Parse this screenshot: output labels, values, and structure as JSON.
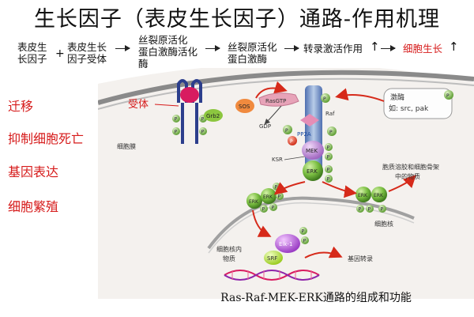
{
  "title": "生长因子（表皮生长因子）通路-作用机理",
  "flow": {
    "step1": "表皮生\n长因子",
    "plus": "+",
    "step2": "表皮生长\n因子受体",
    "step3": "丝裂原活化\n蛋白激酶活化\n酶",
    "step4": "丝裂原活化\n蛋白激酶",
    "step5": "转录激活作用",
    "step6": "细胞生长",
    "up_arrow": "↑"
  },
  "effects": [
    "迁移",
    "抑制细胞死亡",
    "基因表达",
    "细胞繁殖"
  ],
  "diagram": {
    "receptor_label": "受体",
    "kinase_label_1": "激酶",
    "kinase_label_2": "如: src, pak",
    "labels": {
      "sos": "SOS",
      "grb2": "Grb2",
      "rasgtp": "RasGTP",
      "gdp": "GDP",
      "raf": "Raf",
      "pp2a": "PP2A",
      "ksr": "KSR",
      "mek": "MEK",
      "erk": "ERK",
      "elk": "Elk-1",
      "srf": "SRF",
      "p": "P"
    },
    "cell_membrane": "细胞膜",
    "cytoplasm_label_1": "胞质溶胶和细胞骨架",
    "cytoplasm_label_2": "中的物质",
    "nucleus": "细胞核",
    "nuclear_label_1": "细胞核内",
    "nuclear_label_2": "物质",
    "transcription": "基因转录"
  },
  "caption": "Ras-Raf-MEK-ERK通路的组成和功能",
  "colors": {
    "accent_red": "#d61a1a",
    "erk_green": "#6aa832",
    "grb2_green": "#8cc63f",
    "mek_purple": "#b07ec6",
    "elk_purple": "#a65fc9",
    "receptor_blue": "#2c3e8c",
    "ligand_magenta": "#d81b60"
  }
}
